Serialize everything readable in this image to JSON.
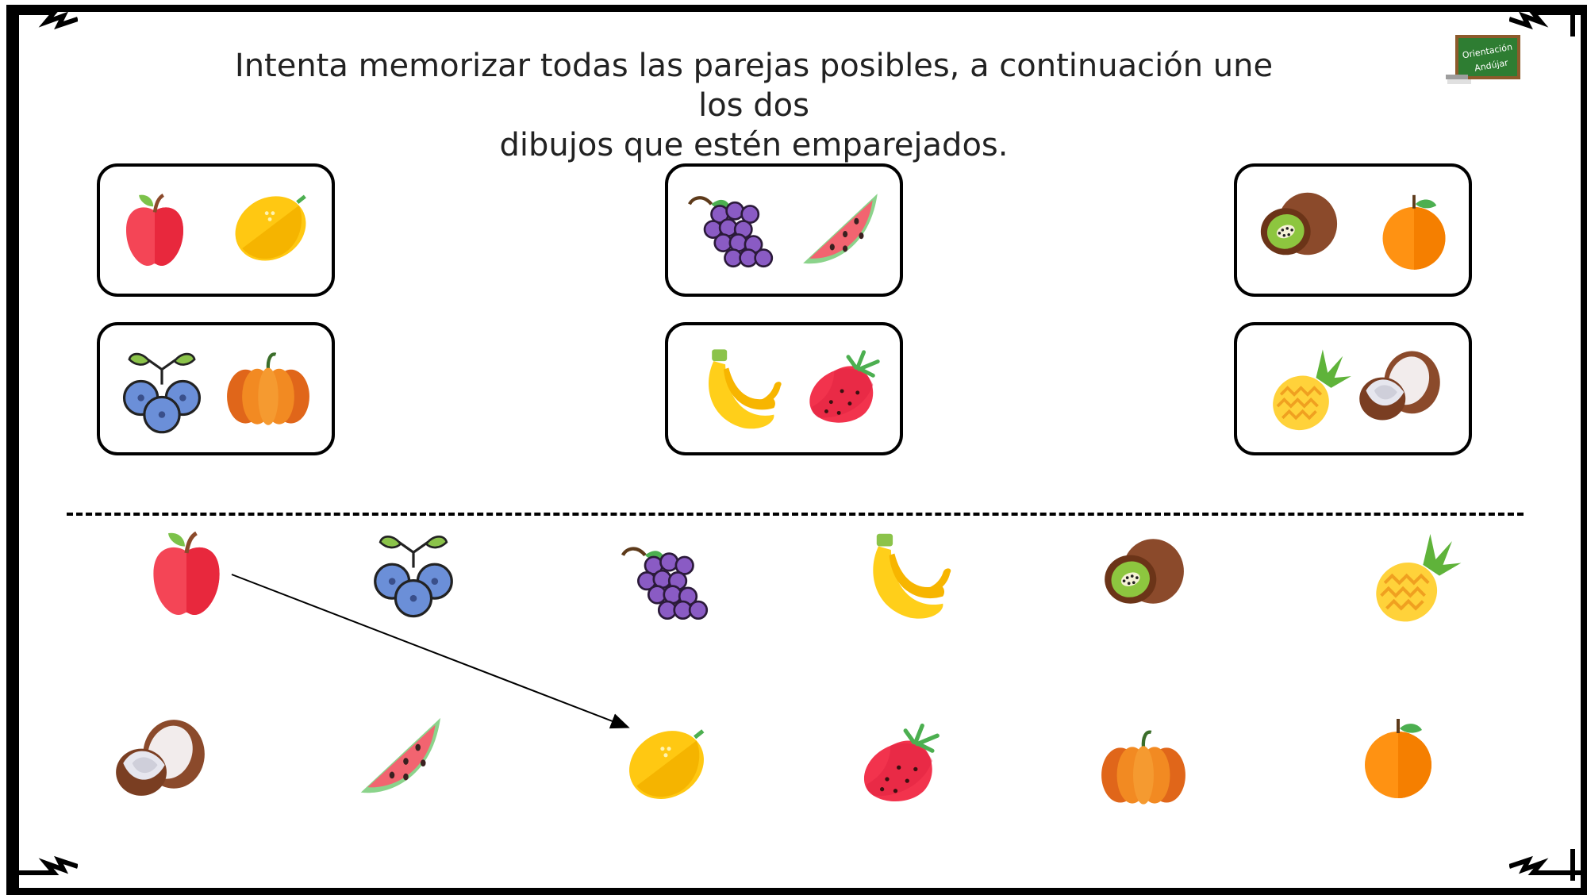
{
  "instructions": {
    "line1": "Intenta memorizar todas las parejas posibles, a continuación une los dos",
    "line2": "dibujos que estén emparejados."
  },
  "logo": {
    "line1": "Orientación",
    "line2": "Andújar",
    "color": "#2e7d32"
  },
  "pairs": [
    [
      "apple",
      "lemon"
    ],
    [
      "grapes",
      "watermelon"
    ],
    [
      "kiwi",
      "orange"
    ],
    [
      "blueberries",
      "pumpkin"
    ],
    [
      "banana",
      "strawberry"
    ],
    [
      "pineapple",
      "coconut"
    ]
  ],
  "top_row": [
    "apple",
    "blueberries",
    "grapes",
    "banana",
    "kiwi",
    "pineapple"
  ],
  "bottom_row": [
    "coconut",
    "watermelon",
    "lemon",
    "strawberry",
    "pumpkin",
    "orange"
  ],
  "connections": [
    {
      "from": "apple",
      "to": "lemon"
    }
  ]
}
